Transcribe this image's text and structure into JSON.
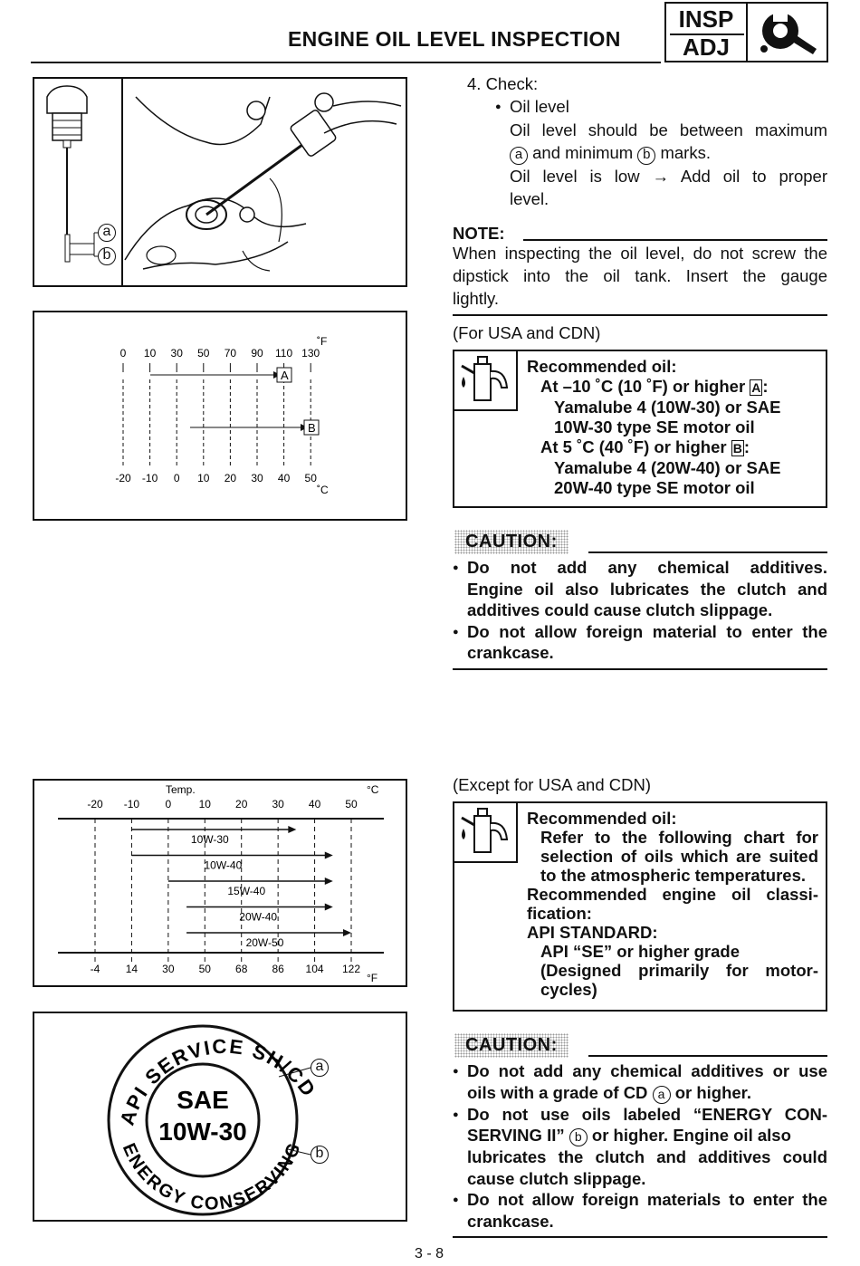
{
  "header": {
    "title": "ENGINE OIL LEVEL INSPECTION",
    "badge_top": "INSP",
    "badge_bottom": "ADJ",
    "icon": "wrench-icon"
  },
  "figure1": {
    "label_a": "a",
    "label_b": "b"
  },
  "temp_chart1": {
    "f_unit": "˚F",
    "c_unit": "˚C",
    "f_ticks": [
      "0",
      "10",
      "30",
      "50",
      "70",
      "90",
      "110",
      "130"
    ],
    "c_ticks": [
      "-20",
      "-10",
      "0",
      "10",
      "20",
      "30",
      "40",
      "50"
    ],
    "marker_a": "A",
    "marker_b": "B"
  },
  "check": {
    "step": "4.  Check:",
    "item": "Oil level",
    "line1": "Oil level should be between maximum",
    "line2_a": "a",
    "line2_mid": " and minimum ",
    "line2_b": "b",
    "line2_end": " marks.",
    "line3": "Oil level is low  →  Add oil to proper",
    "line4": "level."
  },
  "note": {
    "label": "NOTE:",
    "line1": "When inspecting the oil level, do not screw the",
    "line2": "dipstick into the oil tank. Insert the gauge",
    "line3": "lightly."
  },
  "usa": {
    "heading": "(For USA and CDN)",
    "icon": "oil-can-icon",
    "l1": "Recommended oil:",
    "l2": "At –10 ˚C (10 ˚F) or higher ",
    "l2_box": "A",
    "l2_end": ":",
    "l3": "Yamalube 4 (10W-30) or SAE",
    "l4": "10W-30 type SE motor oil",
    "l5": "At 5 ˚C (40 ˚F) or higher ",
    "l5_box": "B",
    "l5_end": ":",
    "l6": "Yamalube 4 (20W-40) or SAE",
    "l7": "20W-40 type SE motor oil"
  },
  "caution1": {
    "label": "CAUTION:",
    "b1_l1": "Do  not  add  any  chemical  additives.",
    "b1_l2": "Engine oil also lubricates the clutch and",
    "b1_l3": "additives could cause clutch slippage.",
    "b2_l1": "Do not allow foreign material to enter the",
    "b2_l2": "crankcase."
  },
  "chart_data": {
    "type": "bar",
    "title": "Temp.",
    "c_unit": "°C",
    "f_unit": "°F",
    "c_ticks": [
      -20,
      -10,
      0,
      10,
      20,
      30,
      40,
      50
    ],
    "f_ticks": [
      -4,
      14,
      30,
      50,
      68,
      86,
      104,
      122
    ],
    "xlim": [
      -20,
      50
    ],
    "series": [
      {
        "name": "10W-30",
        "start": -10,
        "end": 35
      },
      {
        "name": "10W-40",
        "start": -10,
        "end": 45
      },
      {
        "name": "15W-40",
        "start": 0,
        "end": 45
      },
      {
        "name": "20W-40",
        "start": 5,
        "end": 45
      },
      {
        "name": "20W-50",
        "start": 5,
        "end": 50
      }
    ]
  },
  "except": {
    "heading": "(Except for USA and CDN)",
    "icon": "oil-can-icon",
    "l1": "Recommended oil:",
    "l2": "Refer to the following chart for",
    "l3": "selection of oils which are suited",
    "l4": "to the atmospheric temperatures.",
    "l5": "Recommended engine oil classi-",
    "l6": "fication:",
    "l7": "API STANDARD:",
    "l8": "API “SE” or higher grade",
    "l9": "(Designed primarily for motor-",
    "l10": "cycles)"
  },
  "api_seal": {
    "top_arc": "API SERVICE SH/CD",
    "center1": "SAE",
    "center2": "10W-30",
    "bottom_arc": "ENERGY CONSERVING II",
    "label_a": "a",
    "label_b": "b"
  },
  "caution2": {
    "label": "CAUTION:",
    "b1_l1": "Do not add any chemical additives or use",
    "b1_l2a": "oils with a grade of CD ",
    "b1_a": "a",
    "b1_l2b": " or higher.",
    "b2_l1": "Do  not  use  oils  labeled  “ENERGY  CON-",
    "b2_l2a": "SERVING II” ",
    "b2_b": "b",
    "b2_l2b": " or higher. Engine oil also",
    "b2_l3": "lubricates the clutch and additives could",
    "b2_l4": "cause clutch slippage.",
    "b3_l1": "Do not allow foreign materials to enter the",
    "b3_l2": "crankcase."
  },
  "footer": {
    "page": "3 - 8"
  }
}
